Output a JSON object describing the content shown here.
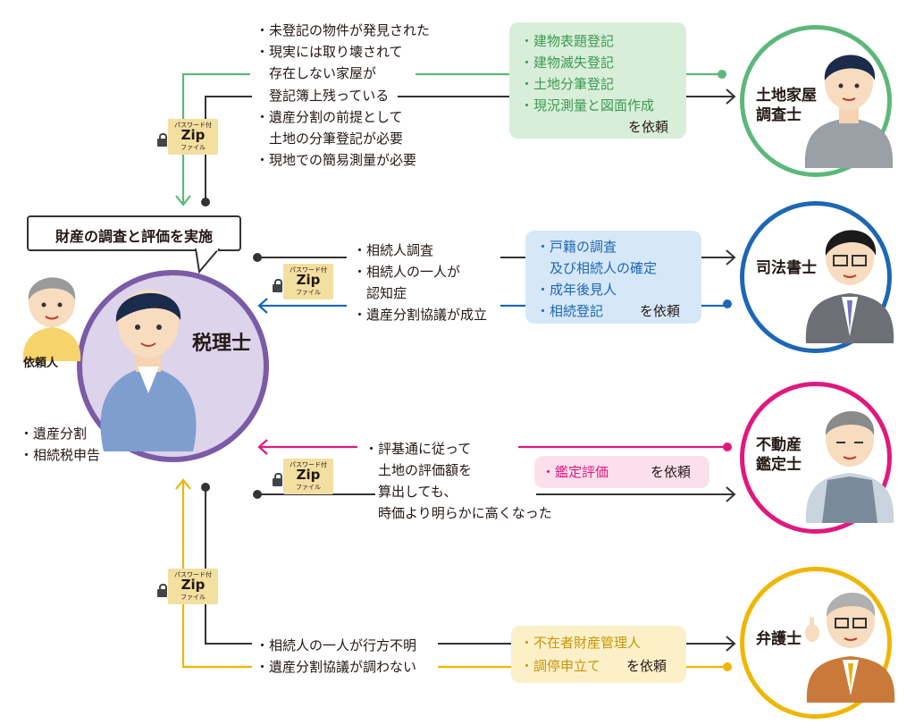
{
  "center": {
    "title": "財産の調査と評価を実施",
    "role": "税理士",
    "client_label": "依頼人",
    "client_items": [
      "・遺産分割",
      "・相続税申告"
    ]
  },
  "zip_label": {
    "top": "パスワード付",
    "mid": "Zip",
    "bottom": "ファイル"
  },
  "colors": {
    "survey": "#5cb87a",
    "scrivener": "#1d67b5",
    "appraiser": "#e0187f",
    "lawyer": "#efb600",
    "tax": "#7b5ba6"
  },
  "survey": {
    "role_lines": [
      "土地家屋",
      "調査士"
    ],
    "conditions": [
      "・未登記の物件が発見された",
      "・現実には取り壊されて",
      "　存在しない家屋が",
      "　登記簿上残っている",
      "・遺産分割の前提として",
      "　土地の分筆登記が必要",
      "・現地での簡易測量が必要"
    ],
    "services": [
      "・建物表題登記",
      "・建物滅失登記",
      "・土地分筆登記",
      "・現況測量と図面作成"
    ],
    "request": "を依頼"
  },
  "scrivener": {
    "role": "司法書士",
    "conditions": [
      "・相続人調査",
      "・相続人の一人が",
      "　認知症",
      "・遺産分割協議が成立"
    ],
    "services": [
      "・戸籍の調査",
      "　及び相続人の確定",
      "・成年後見人",
      "・相続登記"
    ],
    "request": "を依頼"
  },
  "appraiser": {
    "role_lines": [
      "不動産",
      "鑑定士"
    ],
    "conditions": [
      "・評基通に従って",
      "　土地の評価額を",
      "　算出しても、",
      "　時価より明らかに高くなった"
    ],
    "services": [
      "・鑑定評価"
    ],
    "request": "を依頼"
  },
  "lawyer": {
    "role": "弁護士",
    "conditions": [
      "・相続人の一人が行方不明",
      "・遺産分割協議が調わない"
    ],
    "services": [
      "・不在者財産管理人",
      "・調停申立て"
    ],
    "request": "を依頼"
  }
}
